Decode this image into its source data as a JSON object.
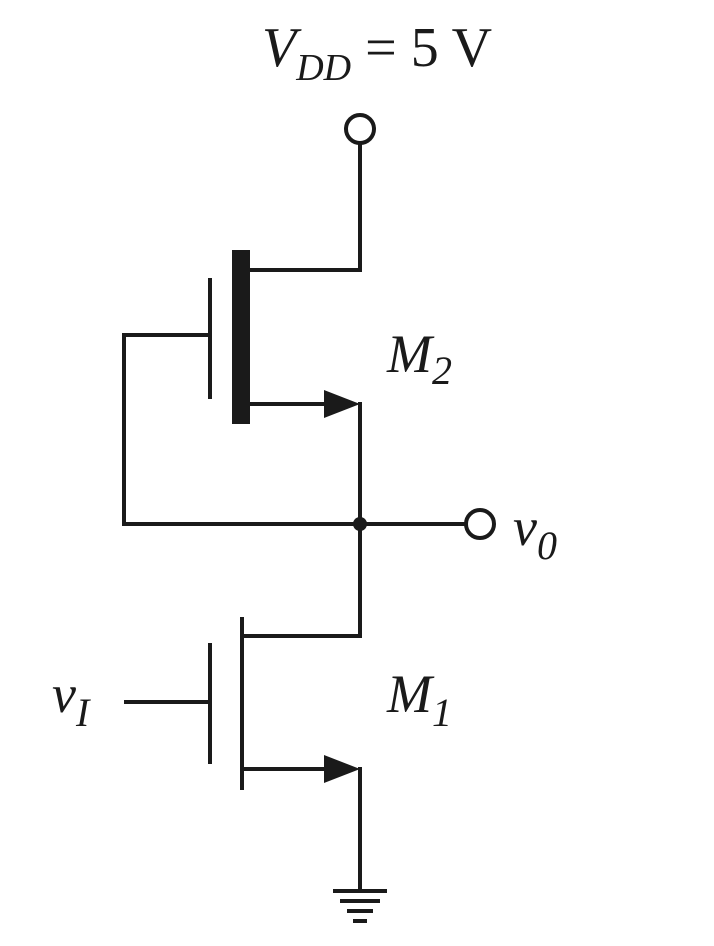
{
  "labels": {
    "vdd_symbol": "V",
    "vdd_subscript": "DD",
    "vdd_value": " = 5 V",
    "m2_symbol": "M",
    "m2_subscript": "2",
    "m1_symbol": "M",
    "m1_subscript": "1",
    "vout_symbol": "v",
    "vout_subscript": "0",
    "vin_symbol": "v",
    "vin_subscript": "I"
  },
  "colors": {
    "ink": "#1a1a1a",
    "background": "#ffffff"
  }
}
